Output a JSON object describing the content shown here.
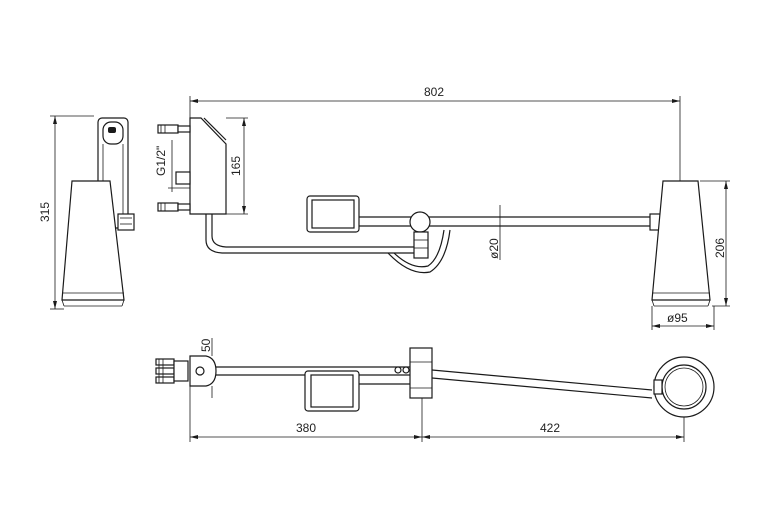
{
  "dimensions": {
    "overall_length": "802",
    "height_315": "315",
    "height_165": "165",
    "thread": "G1/2\"",
    "diameter_20": "ø20",
    "height_206": "206",
    "diameter_95": "ø95",
    "offset_50": "50",
    "length_380": "380",
    "length_422": "422"
  }
}
